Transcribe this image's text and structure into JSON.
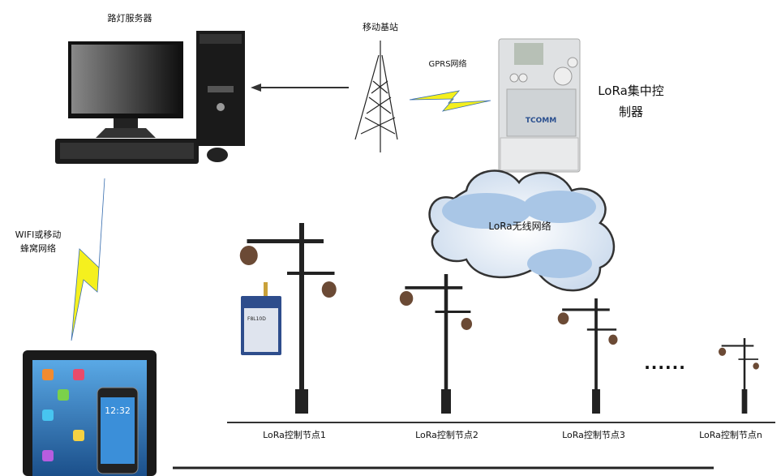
{
  "labels": {
    "server": "路灯服务器",
    "base_station": "移动基站",
    "gprs": "GPRS网络",
    "controller_line1": "LoRa集中控",
    "controller_line2": "制器",
    "lora_network": "LoRa无线网络",
    "wifi_line1": "WIFI或移动",
    "wifi_line2": "蜂窝网络",
    "ellipsis": "......"
  },
  "nodes": [
    {
      "label": "LoRa控制节点1"
    },
    {
      "label": "LoRa控制节点2"
    },
    {
      "label": "LoRa控制节点3"
    },
    {
      "label": "LoRa控制节点n"
    }
  ],
  "device_text": {
    "controller_brand": "TCOMM",
    "phone_time": "12:32",
    "module_model": "F8L10D"
  },
  "colors": {
    "lightning": "#f5f01e",
    "cloud": "#a9c6e6",
    "pole": "#222222"
  }
}
